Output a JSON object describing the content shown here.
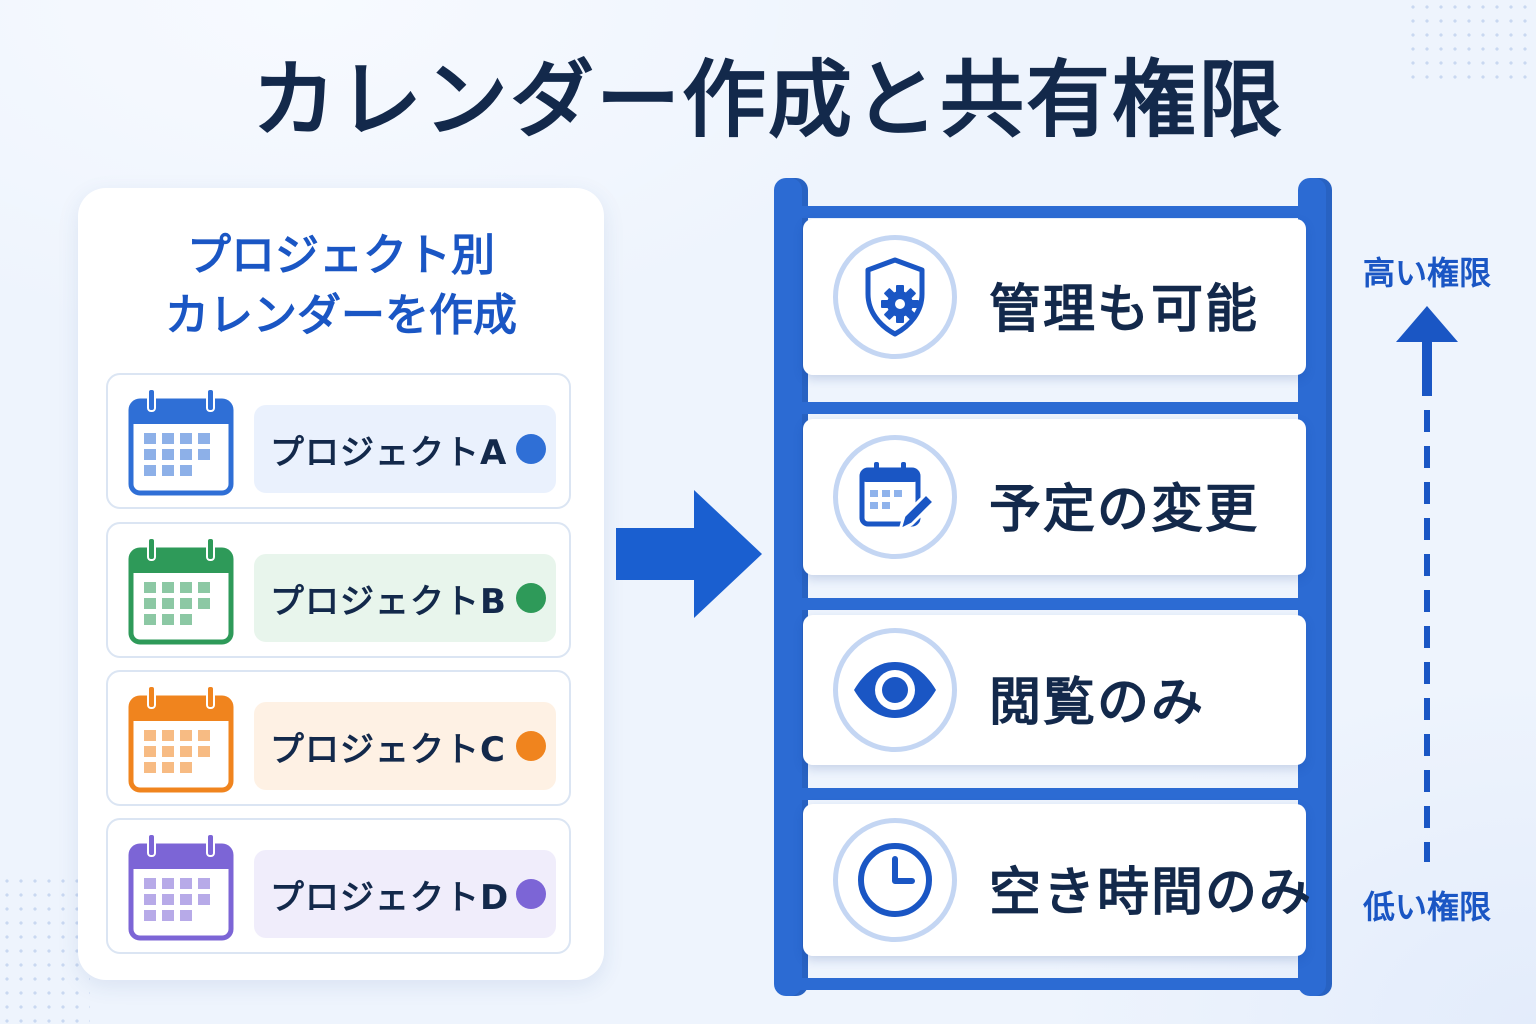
{
  "title": "カレンダー作成と共有権限",
  "left_panel": {
    "heading_line1": "プロジェクト別",
    "heading_line2": "カレンダーを作成",
    "projects": [
      {
        "label": "プロジェクトA",
        "color": "#2f6fd6",
        "light": "#eaf1fd",
        "icon": "calendar-icon"
      },
      {
        "label": "プロジェクトB",
        "color": "#2e9a59",
        "light": "#e8f5ec",
        "icon": "calendar-icon"
      },
      {
        "label": "プロジェクトC",
        "color": "#f0841e",
        "light": "#fef1e4",
        "icon": "calendar-icon"
      },
      {
        "label": "プロジェクトD",
        "color": "#7c65d6",
        "light": "#f0edfb",
        "icon": "calendar-icon"
      }
    ]
  },
  "ladder": {
    "color": "#2c6bd3",
    "steps": [
      {
        "label": "管理も可能",
        "icon": "shield-gear-icon"
      },
      {
        "label": "予定の変更",
        "icon": "calendar-edit-icon"
      },
      {
        "label": "閲覧のみ",
        "icon": "eye-icon"
      },
      {
        "label": "空き時間のみ",
        "icon": "clock-icon"
      }
    ]
  },
  "permission_axis": {
    "high": "高い権限",
    "low": "低い権限",
    "color": "#1a56c4"
  }
}
